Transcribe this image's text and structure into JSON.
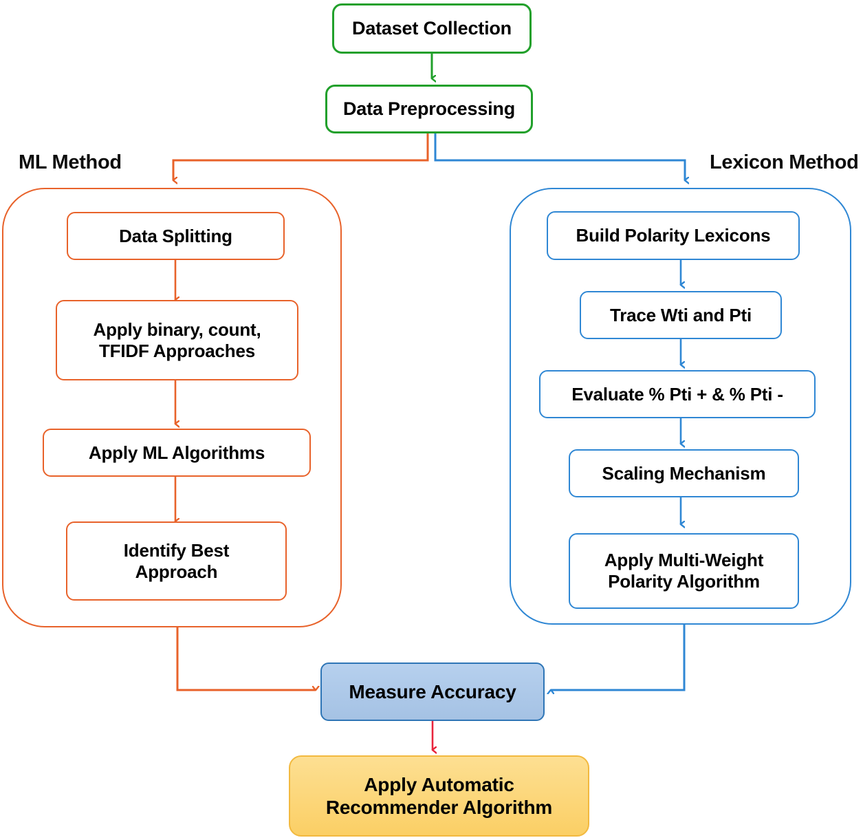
{
  "diagram": {
    "title": "Sentiment Analysis Methodology Flowchart",
    "colors": {
      "green": "#21a02b",
      "orange": "#e8622a",
      "blue": "#2f87d4",
      "red_arrow": "#e8243c",
      "accuracy_fill": "#aec9e9",
      "accuracy_border": "#2e75b6",
      "recommender_fill": "#fbd173",
      "recommender_border": "#f2b93f",
      "text": "#000000"
    }
  },
  "top": {
    "dataset_collection": "Dataset Collection",
    "data_preprocessing": "Data Preprocessing"
  },
  "branches": {
    "ml": {
      "label": "ML Method",
      "steps": [
        {
          "line1": "Data Splitting",
          "line2": ""
        },
        {
          "line1": "Apply binary, count,",
          "line2": "TFIDF Approaches"
        },
        {
          "line1": "Apply ML Algorithms",
          "line2": ""
        },
        {
          "line1": "Identify Best",
          "line2": "Approach"
        }
      ]
    },
    "lexicon": {
      "label": "Lexicon Method",
      "steps": [
        {
          "line1": "Build Polarity Lexicons",
          "line2": ""
        },
        {
          "line1": "Trace Wti and Pti",
          "line2": ""
        },
        {
          "line1": "Evaluate % Pti + & % Pti -",
          "line2": ""
        },
        {
          "line1": "Scaling Mechanism",
          "line2": ""
        },
        {
          "line1": "Apply Multi-Weight",
          "line2": "Polarity Algorithm"
        }
      ]
    }
  },
  "bottom": {
    "measure_accuracy": "Measure Accuracy",
    "recommender_line1": "Apply Automatic",
    "recommender_line2": "Recommender Algorithm"
  }
}
